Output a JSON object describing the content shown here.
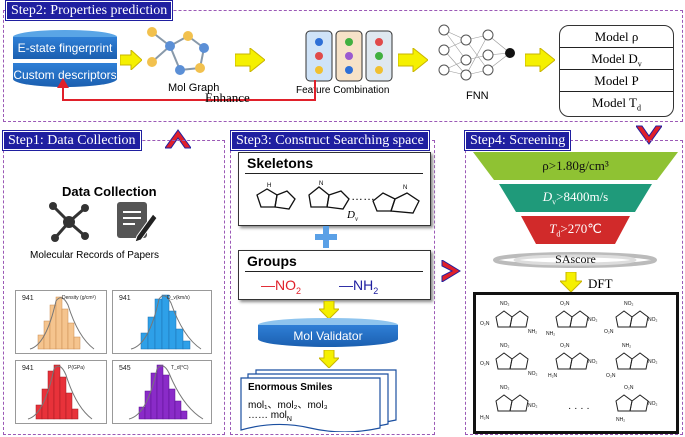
{
  "step2": {
    "title": "Step2: Properties prediction",
    "estate": "E-state fingerprint",
    "custom": "Custom descriptors",
    "mol_graph": "Mol Graph",
    "feature": "Feature Combination",
    "fnn": "FNN",
    "enhance": "Enhance",
    "models": [
      "Model  ρ",
      "Model  D",
      "Model  P",
      "Model  T"
    ],
    "model_subs": [
      "",
      "v",
      "",
      "d"
    ]
  },
  "step1": {
    "title": "Step1: Data Collection",
    "heading": "Data  Collection",
    "caption": "Molecular Records of Papers",
    "hists": [
      {
        "count": "941",
        "label": "Density (g/cm³)",
        "color": "#f5c48e"
      },
      {
        "count": "941",
        "label": "D_v(km/s)",
        "color": "#2ea0e8"
      },
      {
        "count": "941",
        "label": "P(GPa)",
        "color": "#e8323a"
      },
      {
        "count": "545",
        "label": "T_d(°C)",
        "color": "#8a2bc8"
      }
    ]
  },
  "step3": {
    "title": "Step3: Construct Searching space",
    "skeletons": "Skeletons",
    "dots": "……",
    "dv": "D",
    "dv_sub": "v",
    "groups": "Groups",
    "no2": "—NO",
    "no2_sub": "2",
    "nh2": "—NH",
    "nh2_sub": "2",
    "validator": "Mol Validator",
    "smiles_title": "Enormous Smiles",
    "smiles_line1": "mol₁、mol₂、mol₃",
    "smiles_line2": "…… mol",
    "smiles_sub": "N"
  },
  "step4": {
    "title": "Step4: Screening",
    "f1": "ρ>1.80g/cm³",
    "f2": "D",
    "f2_sub": "v",
    "f2_rest": ">8400m/s",
    "f3": "T",
    "f3_sub": "d",
    "f3_rest": ">270℃",
    "sascore": "SAscore",
    "dft": "DFT",
    "dots": "· · · ·"
  },
  "colors": {
    "step_bg": "#1f1fa0",
    "frame": "#9b59b6",
    "arrow_yellow": "#f5f000",
    "arrow_red": "#d9262e",
    "funnel_1": "#8fc233",
    "funnel_2": "#1f9a7a",
    "funnel_3": "#d12a2a"
  }
}
